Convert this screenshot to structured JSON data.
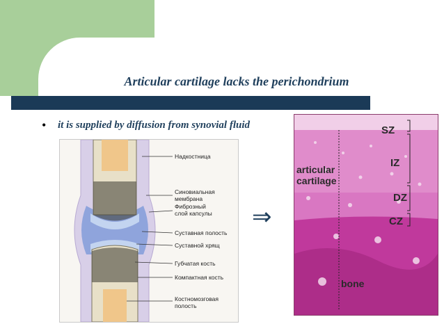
{
  "slide": {
    "title": "Articular cartilage lacks the perichondrium",
    "bullets": [
      {
        "symbol": "•",
        "text": "it is supplied by diffusion from synovial fluid"
      }
    ],
    "arrow_symbol": "⇒",
    "colors": {
      "accent_green": "#a8cf9a",
      "title_bar": "#1b3a57",
      "text": "#1f3f5c"
    }
  },
  "diagram": {
    "labels": [
      "Надкостница",
      "Синовиальная",
      "мембрана",
      "Фиброзный",
      "слой капсулы",
      "Суставная полость",
      "Суставной хрящ",
      "Губчатая кость",
      "Компактная кость",
      "Костномозговая",
      "полость"
    ]
  },
  "micrograph": {
    "labels": {
      "sz": "SZ",
      "iz": "IZ",
      "dz": "DZ",
      "cz": "CZ",
      "articular_line1": "articular",
      "articular_line2": "cartilage",
      "bone": "bone"
    }
  }
}
